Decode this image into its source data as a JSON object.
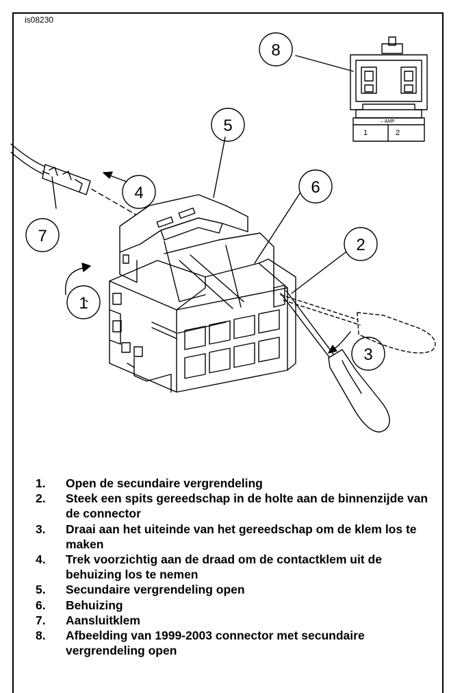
{
  "figure_id": "is08230",
  "callouts": [
    "1",
    "2",
    "3",
    "4",
    "5",
    "6",
    "7",
    "8"
  ],
  "connector_detail": {
    "brand": "– AMP",
    "pin_1": "1",
    "pin_2": "2"
  },
  "legend": [
    {
      "num": "1.",
      "text": "Open de secundaire vergrendeling"
    },
    {
      "num": "2.",
      "text": "Steek een spits gereedschap in de holte aan de binnenzijde van de connector"
    },
    {
      "num": "3.",
      "text": "Draai aan het uiteinde van het gereedschap om de klem los te maken"
    },
    {
      "num": "4.",
      "text": "Trek voorzichtig aan de draad om de contactklem uit de behuizing los te nemen"
    },
    {
      "num": "5.",
      "text": "Secundaire vergrendeling open"
    },
    {
      "num": "6.",
      "text": "Behuizing"
    },
    {
      "num": "7.",
      "text": "Aansluitklem"
    },
    {
      "num": "8.",
      "text": "Afbeelding van 1999-2003 connector met secundaire vergrendeling open"
    }
  ]
}
